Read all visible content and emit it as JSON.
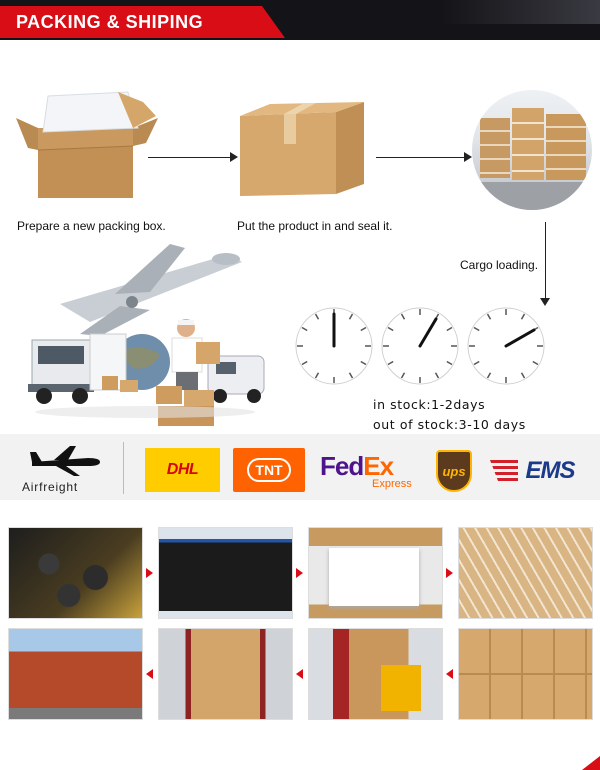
{
  "header": {
    "title": "PACKING & SHIPING"
  },
  "steps": {
    "step1": "Prepare a new packing box.",
    "step2": "Put the product in and seal it.",
    "step3": "Cargo loading."
  },
  "stock": {
    "in_stock": "in stock:1-2days",
    "out_of_stock": "out of stock:3-10 days"
  },
  "carriers": {
    "airfreight": "Airfreight",
    "dhl": "DHL",
    "tnt": "TNT",
    "fedex_fe": "Fed",
    "fedex_ex": "Ex",
    "fedex_express": "Express",
    "ups": "ups",
    "ems": "EMS"
  },
  "colors": {
    "accent": "#d90d16",
    "dark": "#141418"
  }
}
